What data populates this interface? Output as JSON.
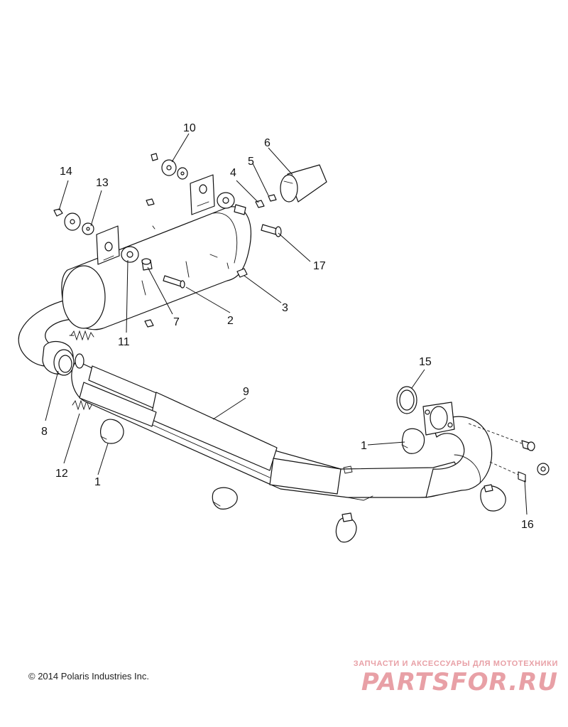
{
  "callouts": {
    "c1a": "1",
    "c1b": "1",
    "c2": "2",
    "c3": "3",
    "c4": "4",
    "c5": "5",
    "c6": "6",
    "c7": "7",
    "c8": "8",
    "c9": "9",
    "c10": "10",
    "c11": "11",
    "c12": "12",
    "c13": "13",
    "c14": "14",
    "c15": "15",
    "c16": "16",
    "c17": "17"
  },
  "footer": {
    "copyright": "© 2014 Polaris Industries Inc."
  },
  "watermark": {
    "tagline": "ЗАПЧАСТИ И АКСЕССУАРЫ ДЛЯ МОТОТЕХНИКИ",
    "logo": "PARTSFOR.RU",
    "color": "#e8a0a6"
  },
  "colors": {
    "line": "#111111",
    "background": "#ffffff"
  }
}
